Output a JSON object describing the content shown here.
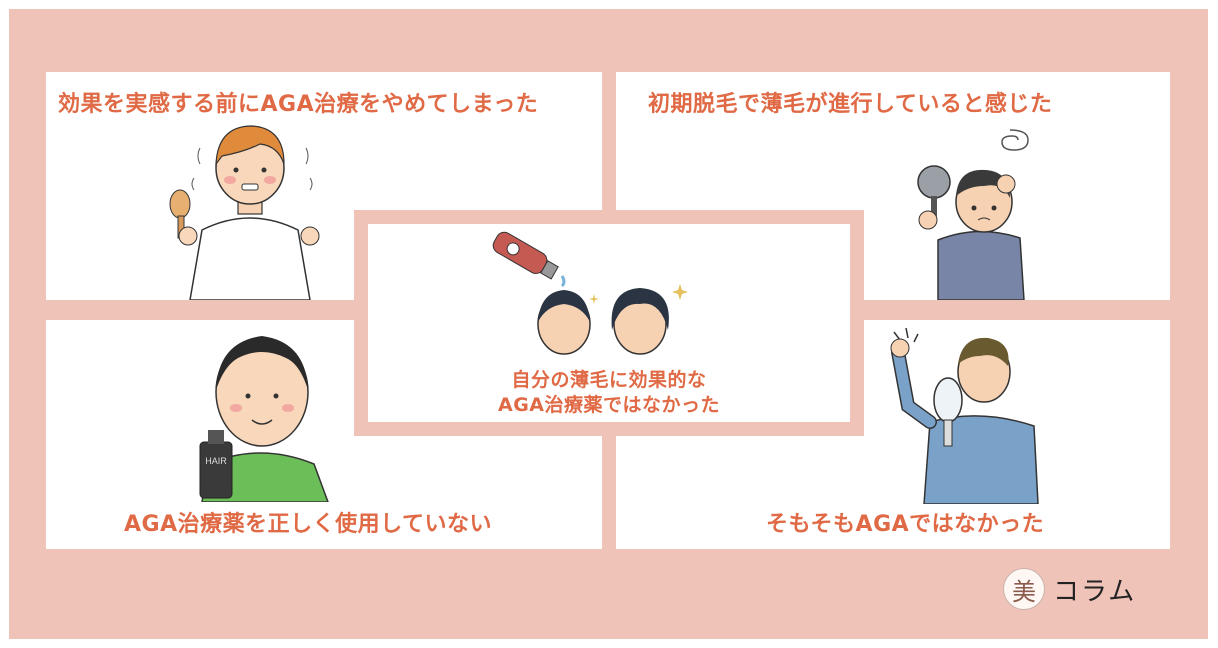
{
  "panels": {
    "top_left": {
      "caption": "効果を実感する前にAGA治療をやめてしまった",
      "illustration": "man-holding-brush-with-hair-loss"
    },
    "top_right": {
      "caption": "初期脱毛で薄毛が進行していると感じた",
      "illustration": "worried-man-with-hand-mirror"
    },
    "center": {
      "caption_line1": "自分の薄毛に効果的な",
      "caption_line2": "AGA治療薬ではなかった",
      "illustration": "spray-bottle-and-two-head-silhouettes"
    },
    "bottom_left": {
      "caption": "AGA治療薬を正しく使用していない",
      "illustration": "balding-man-holding-hair-tonic",
      "bottle_label": "HAIR"
    },
    "bottom_right": {
      "caption": "そもそもAGAではなかった",
      "illustration": "man-looking-in-hand-mirror"
    }
  },
  "brand": {
    "mark": "美",
    "text": "コラム"
  },
  "colors": {
    "background": "#f0c3b9",
    "panel": "#ffffff",
    "caption": "#e06a45"
  }
}
